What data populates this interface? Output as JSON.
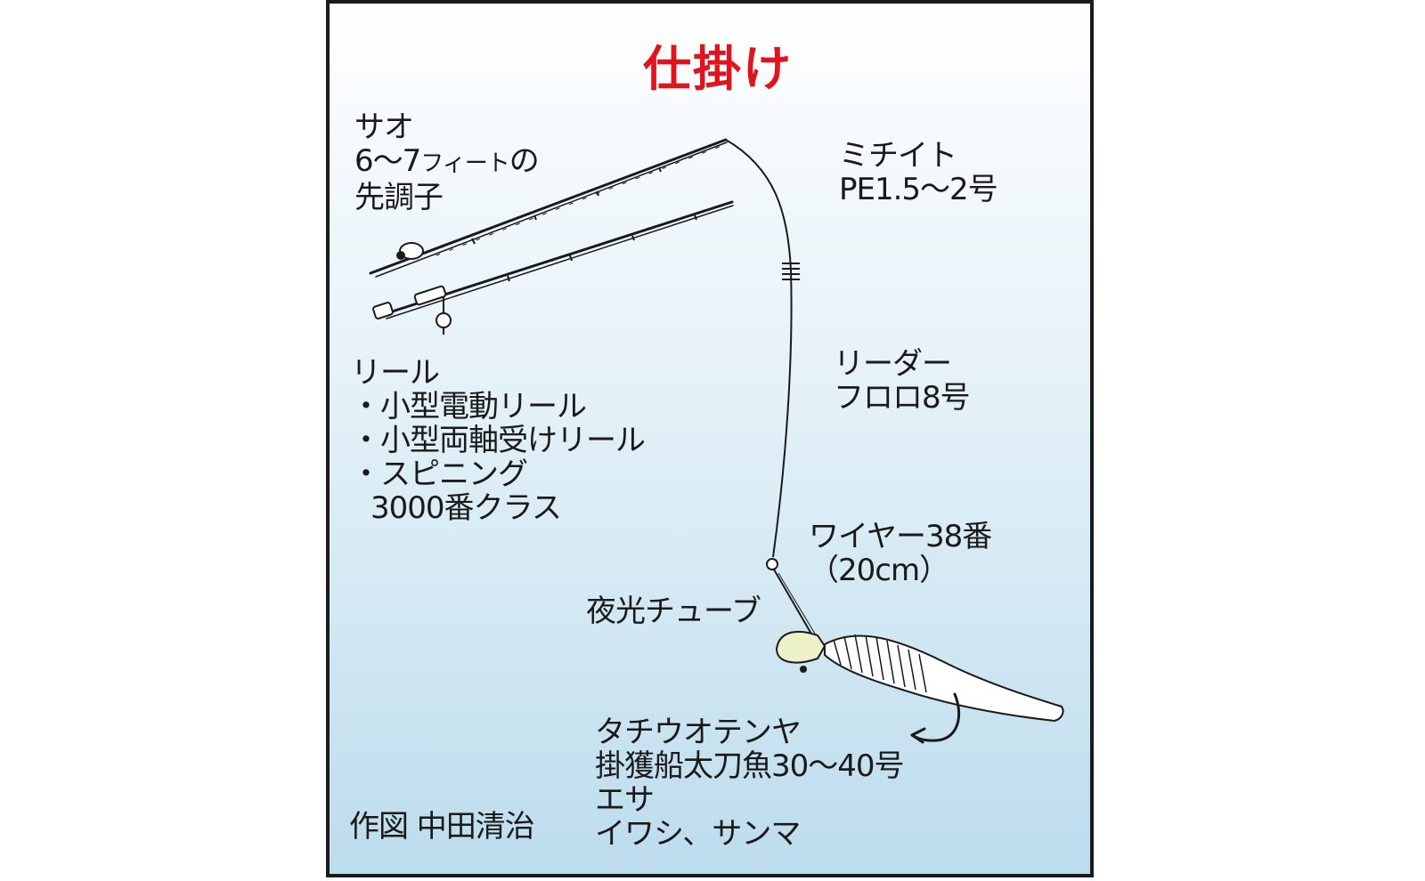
{
  "title": "仕掛け",
  "rod": {
    "heading": "サオ",
    "line2_a": "6〜7",
    "line2_b": "フィート",
    "line2_c": "の",
    "line3": "先調子"
  },
  "mainline": {
    "heading": "ミチイト",
    "spec": "PE1.5〜2号"
  },
  "reel": {
    "heading": "リール",
    "items": [
      "・小型電動リール",
      "・小型両軸受けリール",
      "・スピニング",
      "3000番クラス"
    ]
  },
  "leader": {
    "heading": "リーダー",
    "spec": "フロロ8号"
  },
  "wire": {
    "heading": "ワイヤー38番",
    "spec": "（20cm）"
  },
  "tube": {
    "label": "夜光チューブ"
  },
  "tenya": {
    "heading": "タチウオテンヤ",
    "spec": "掛獲船太刀魚30〜40号"
  },
  "bait": {
    "heading": "エサ",
    "spec": "イワシ、サンマ"
  },
  "credit": "作図 中田清治",
  "colors": {
    "title": "#e0141e",
    "line": "#1a1a1a",
    "background_top": "#ffffff",
    "background_bottom": "#bcdcec"
  }
}
